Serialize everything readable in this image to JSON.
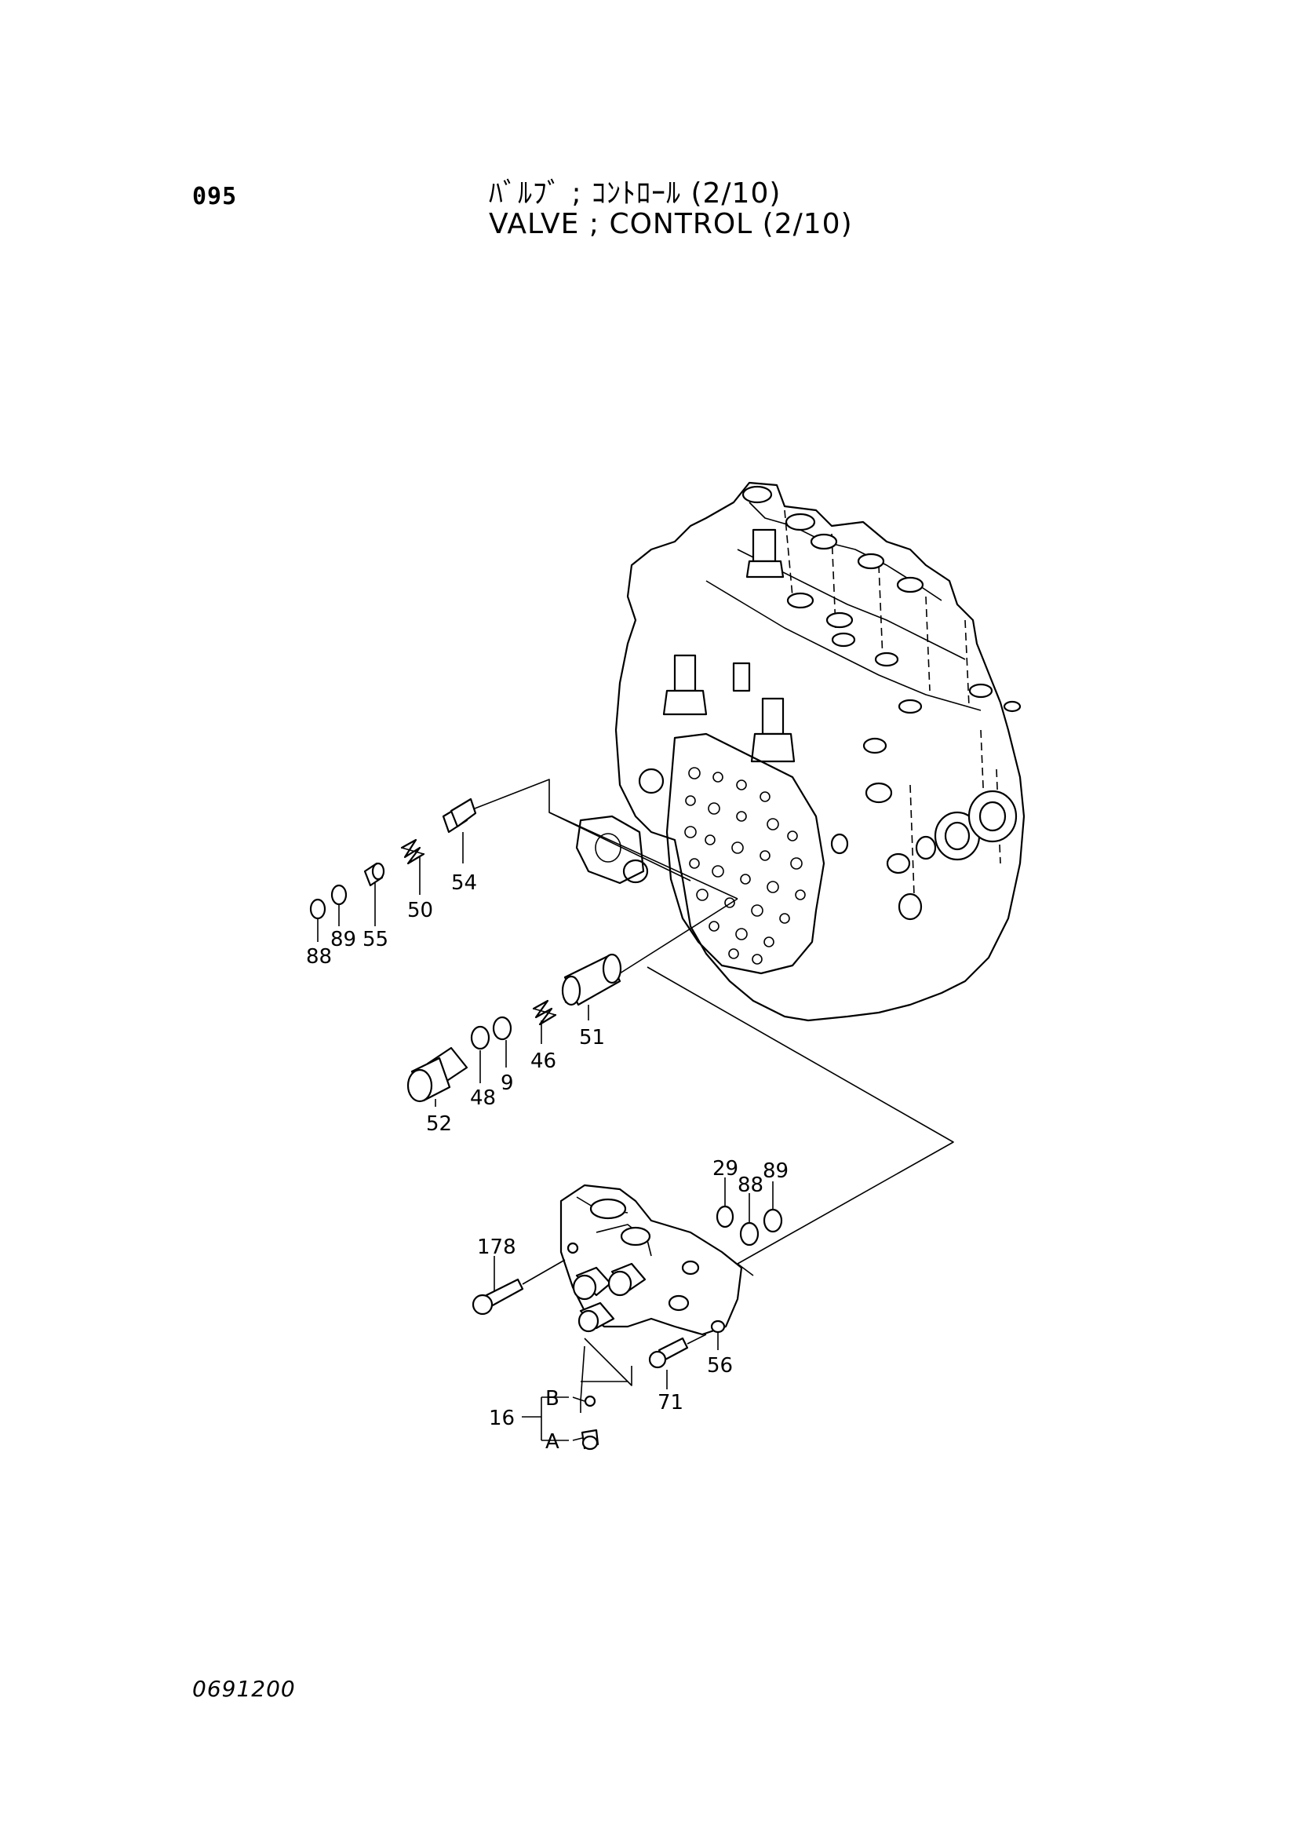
{
  "header": {
    "page_number": "095",
    "title_japanese": "ﾊﾞﾙﾌﾞ ; ｺﾝﾄﾛｰﾙ (2/10)",
    "title_english": "VALVE ; CONTROL (2/10)"
  },
  "callouts": {
    "p54": "54",
    "p50": "50",
    "p55": "55",
    "p89a": "89",
    "p88a": "88",
    "p51": "51",
    "p46": "46",
    "p9": "9",
    "p48": "48",
    "p52": "52",
    "p29": "29",
    "p88b": "88",
    "p89b": "89",
    "p178": "178",
    "p56": "56",
    "p71": "71",
    "p16": "16",
    "pB": "B",
    "pA": "A"
  },
  "footer": {
    "drawing_code": "0691200"
  }
}
